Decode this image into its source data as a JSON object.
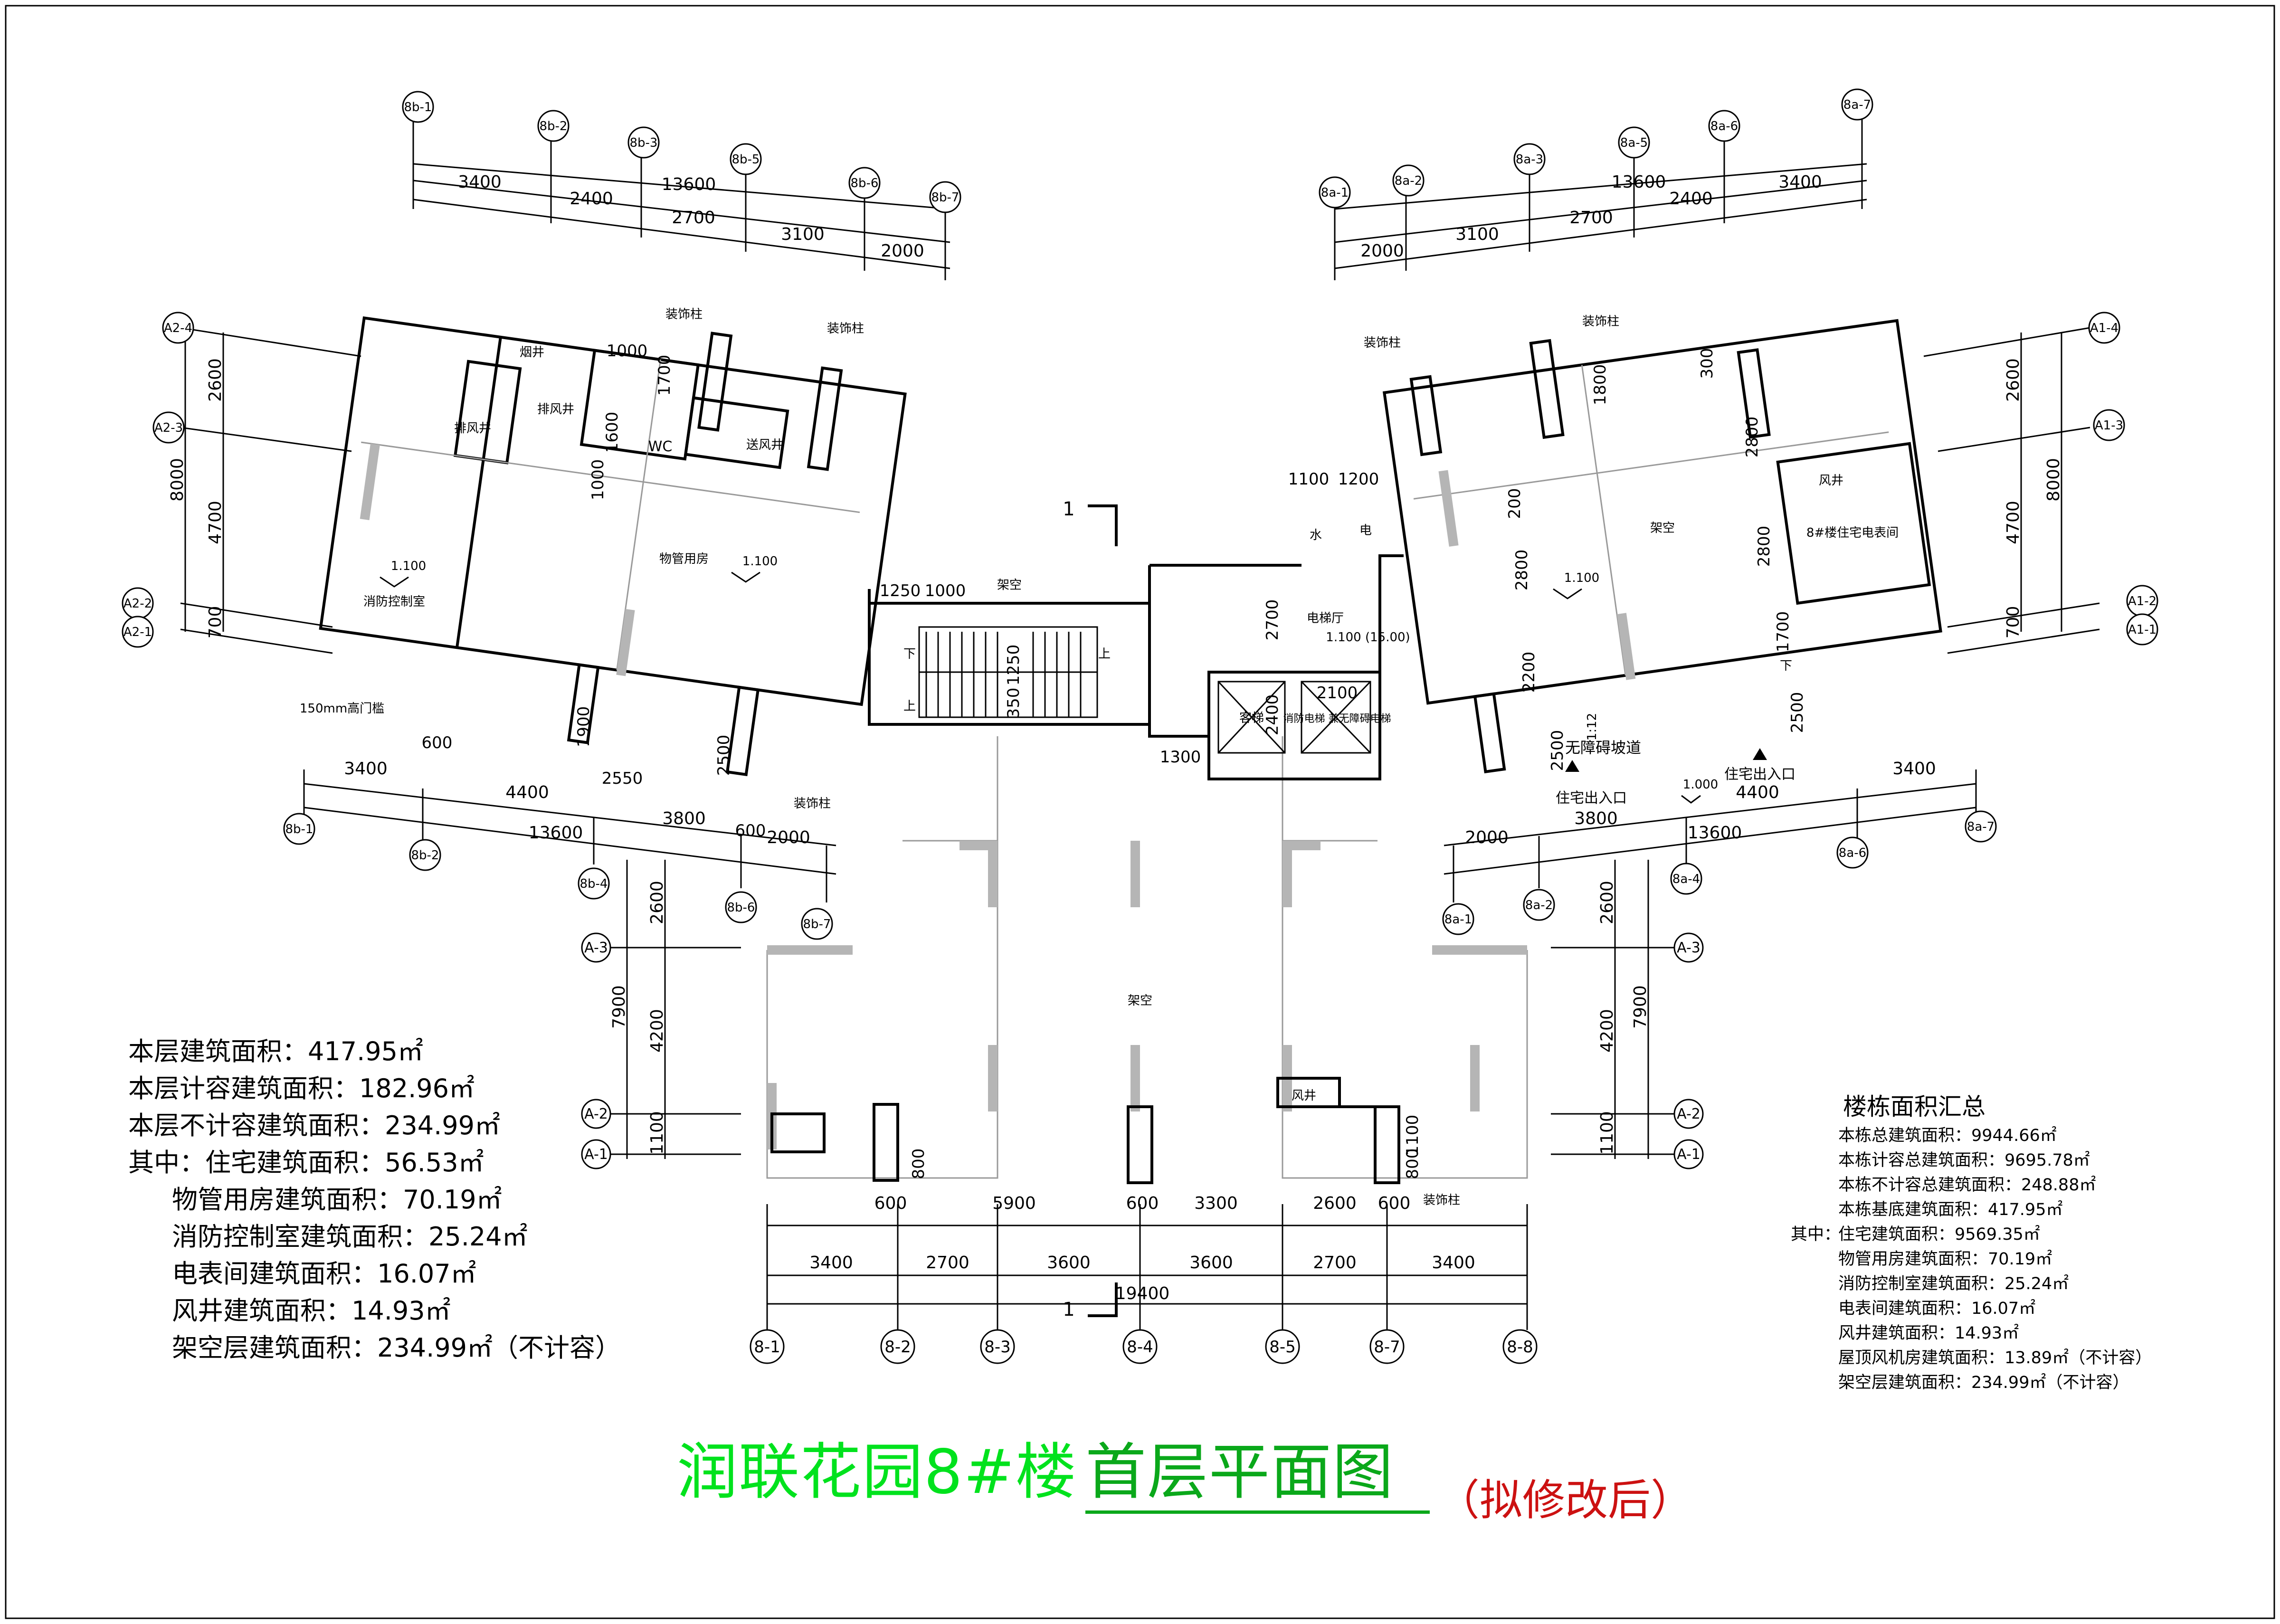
{
  "title": {
    "main": "润联花园8#楼",
    "sub": "首层平面图",
    "note": "（拟修改后）"
  },
  "colors": {
    "title_green": "#00e21d",
    "subtitle_green": "#0aa81a",
    "note_red": "#cc1111",
    "column_gray": "#b5b5b5"
  },
  "floor_areas": {
    "rows": [
      "本层建筑面积：417.95㎡",
      "本层计容建筑面积：182.96㎡",
      "本层不计容建筑面积：234.99㎡"
    ],
    "prefix": "其中：",
    "details": [
      "住宅建筑面积：56.53㎡",
      "物管用房建筑面积：70.19㎡",
      "消防控制室建筑面积：25.24㎡",
      "电表间建筑面积：16.07㎡",
      "风井建筑面积：14.93㎡",
      "架空层建筑面积：234.99㎡（不计容）"
    ]
  },
  "building_summary": {
    "heading": "楼栋面积汇总",
    "rows": [
      "本栋总建筑面积：9944.66㎡",
      "本栋计容总建筑面积：9695.78㎡",
      "本栋不计容总建筑面积：248.88㎡",
      "本栋基底建筑面积：417.95㎡"
    ],
    "prefix": "其中：",
    "details": [
      "住宅建筑面积：9569.35㎡",
      "物管用房建筑面积：70.19㎡",
      "消防控制室建筑面积：25.24㎡",
      "电表间建筑面积：16.07㎡",
      "风井建筑面积：14.93㎡",
      "屋顶风机房建筑面积：13.89㎡（不计容）",
      "架空层建筑面积：234.99㎡（不计容）"
    ]
  },
  "axes": {
    "bottom": [
      "8-1",
      "8-2",
      "8-3",
      "8-4",
      "8-5",
      "8-7",
      "8-8"
    ],
    "left_top": [
      "8b-1",
      "8b-2",
      "8b-3",
      "8b-5",
      "8b-6",
      "8b-7"
    ],
    "right_top": [
      "8a-1",
      "8a-2",
      "8a-3",
      "8a-5",
      "8a-6",
      "8a-7"
    ],
    "center_rows": [
      "A-3",
      "A-2",
      "A-1"
    ],
    "left_rows": [
      "A2-4",
      "A2-3",
      "A2-2",
      "A2-1"
    ],
    "right_rows": [
      "A1-4",
      "A1-3",
      "A1-2",
      "A1-1"
    ],
    "left_lower": [
      "8b-1",
      "8b-2",
      "8b-4",
      "8b-6",
      "8b-7"
    ],
    "right_lower": [
      "8a-1",
      "8a-2",
      "8a-4",
      "8a-6",
      "8a-7"
    ]
  },
  "dimensions": {
    "bottom_row1": [
      "3400",
      "2700",
      "3600",
      "3600",
      "2700",
      "3400"
    ],
    "bottom_total": "19400",
    "bottom_row2": [
      "600",
      "5900",
      "600",
      "3300",
      "2600",
      "600"
    ],
    "center_left_v": [
      "2600",
      "4200",
      "1100"
    ],
    "center_total_v": "7900",
    "center_right_v": [
      "2600",
      "4200",
      "1100"
    ],
    "left_top_row1": [
      "3400",
      "2400",
      "2700",
      "3100",
      "2000"
    ],
    "left_top_total": "13600",
    "right_top_row1": [
      "2000",
      "3100",
      "2700",
      "2400",
      "3400"
    ],
    "right_top_total": "13600",
    "left_v": [
      "2600",
      "4700",
      "700"
    ],
    "left_total_v": "8000",
    "right_v": [
      "2600",
      "4700",
      "700"
    ],
    "right_total_v": "8000",
    "left_lower_row": [
      "3400",
      "4400",
      "3800",
      "2000"
    ],
    "left_lower_total": "13600",
    "right_lower_row": [
      "2000",
      "3800",
      "4400",
      "3400"
    ],
    "right_lower_total": "13600",
    "misc": [
      "1000",
      "1700",
      "1600",
      "1000",
      "1250",
      "1000",
      "1250",
      "350",
      "1900",
      "600",
      "2550",
      "2500",
      "600",
      "700",
      "1100",
      "1200",
      "2700",
      "2400",
      "2100",
      "1300",
      "1800",
      "100",
      "300",
      "2800",
      "200",
      "2800",
      "2200",
      "1700",
      "2800",
      "2500",
      "2500",
      "2000",
      "2000",
      "600",
      "800",
      "1100",
      "900",
      "200"
    ]
  },
  "rooms": {
    "fire_control": "消防控制室",
    "property": "物管用房",
    "open_a": "架空",
    "open_b": "架空",
    "open_c": "架空",
    "elevator_hall": "电梯厅",
    "water": "水",
    "power": "电",
    "wc": "WC",
    "smoke_shaft": "烟井",
    "exhaust_a": "排风井",
    "exhaust_b": "排风井",
    "supply": "送风井",
    "air_shaft": "风井",
    "air_shaft_right": "风井",
    "stair_down": "下",
    "stair_up": "上",
    "stair_down2": "下",
    "stair_up2": "上",
    "down_right": "下",
    "passenger_lift": "客梯",
    "fire_lift": "消防电梯\n兼无障碍电梯",
    "pipe_room": "8#楼住宅电表间",
    "ramp": "无障碍坡道",
    "ramp_slope": "1:12",
    "entry_a": "住宅出入口",
    "entry_b": "住宅出入口",
    "fire_door": "150mm高门槛",
    "deco_col": "装饰柱",
    "level_a": "1.100",
    "level_b": "1.100",
    "level_c": "1.100 (15.00)",
    "level_d": "1.100",
    "level_e": "1.000",
    "section_mark": "1"
  }
}
